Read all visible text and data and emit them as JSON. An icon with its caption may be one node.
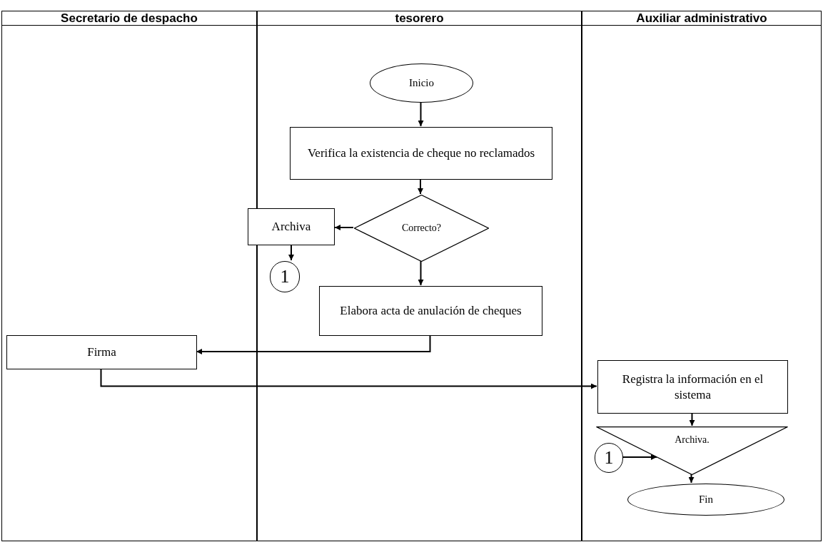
{
  "diagram": {
    "nodes": [
      {
        "text": [
          "Secretario de despacho"
        ]
      },
      {
        "text": [
          "tesorero"
        ]
      },
      {
        "text": [
          "Auxiliar administrativo"
        ]
      },
      {
        "text": [
          "Inicio"
        ],
        "in": 1
      },
      {
        "text": [
          "Verifica la existencia de cheque no reclamados"
        ],
        "in": 1
      },
      {
        "text": [
          "Correcto?"
        ],
        "in": 1
      },
      {
        "text": [
          "Archiva"
        ]
      },
      {
        "text": [
          "1"
        ],
        "in": 1
      },
      {
        "text": [
          "Elabora acta de anulación de cheques"
        ],
        "in": 1
      },
      {
        "text": [
          "Firma"
        ],
        "in": 0
      },
      {
        "text": [
          "Registra la información en el sistema"
        ],
        "in": 2
      },
      {
        "text": [
          "Archiva."
        ],
        "in": 2
      },
      {
        "text": [
          "1"
        ],
        "in": 2
      },
      {
        "text": [
          "Fin"
        ],
        "in": 2
      }
    ],
    "edges": [
      {
        "from": 3,
        "to": 4,
        "arrow": "to"
      },
      {
        "from": 4,
        "to": 5,
        "arrow": "to"
      },
      {
        "from": 5,
        "to": 6,
        "arrow": "to"
      },
      {
        "from": 6,
        "to": 7,
        "arrow": "to"
      },
      {
        "from": 5,
        "to": 8,
        "arrow": "to"
      },
      {
        "from": 8,
        "to": 9,
        "arrow": "to"
      },
      {
        "from": 9,
        "to": 10,
        "arrow": "to"
      },
      {
        "from": 10,
        "to": 11,
        "arrow": "to"
      },
      {
        "from": 12,
        "to": 11,
        "arrow": "to"
      },
      {
        "from": 11,
        "to": 13,
        "arrow": "to"
      }
    ]
  }
}
